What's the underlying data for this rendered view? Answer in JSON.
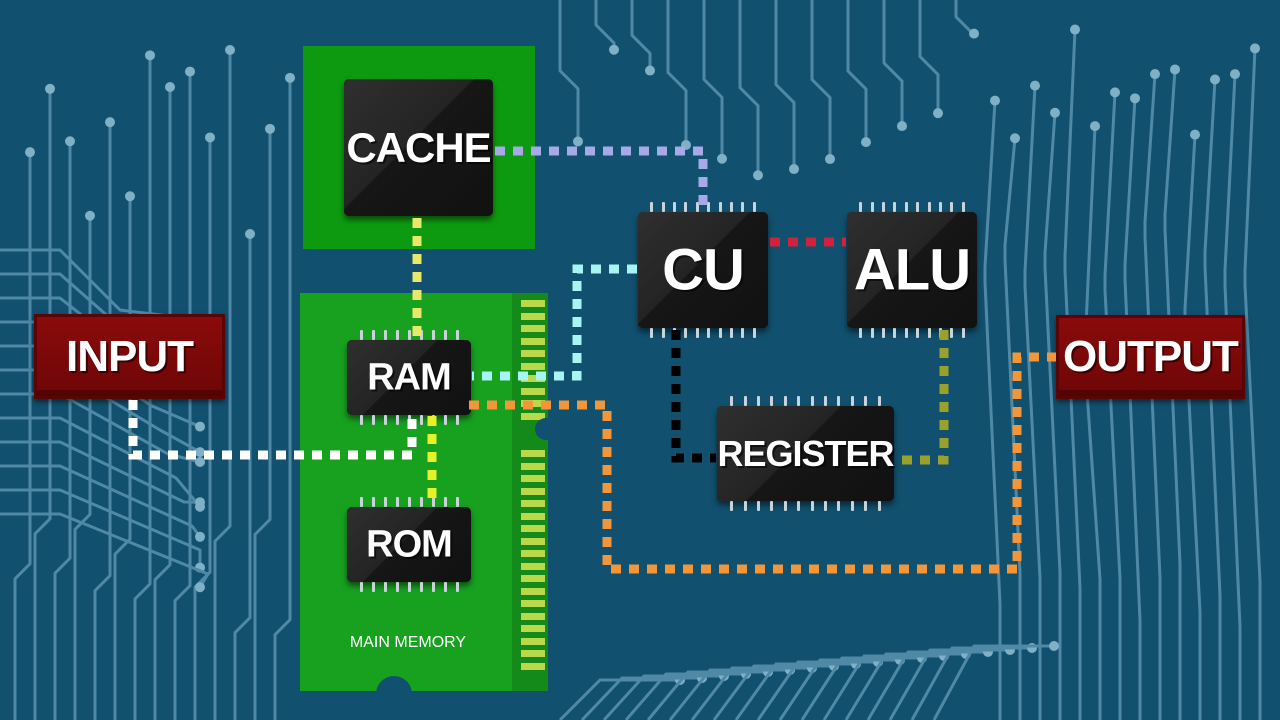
{
  "blocks": {
    "input": "INPUT",
    "output": "OUTPUT",
    "cache": "CACHE",
    "ram": "RAM",
    "rom": "ROM",
    "cu": "CU",
    "alu": "ALU",
    "register": "REGISTER",
    "main_memory": "MAIN MEMORY"
  },
  "colors": {
    "background": "#11506e",
    "trace": "#4f89a6",
    "board_green": "#169a1e",
    "cache_board": "#0e9a10",
    "io_red": "#7d0909",
    "chip": "#1c1c1c",
    "link_cache_cu": "#a7a9e8",
    "link_cache_ram": "#e8e86a",
    "link_ram_rom": "#e8f02a",
    "link_cu_alu": "#d0213d",
    "link_cu_ram": "#a8f4f2",
    "link_input_ram": "#ffffff",
    "link_output": "#f3963a",
    "link_cu_register": "#000000",
    "link_alu_register": "#9aa12a"
  }
}
